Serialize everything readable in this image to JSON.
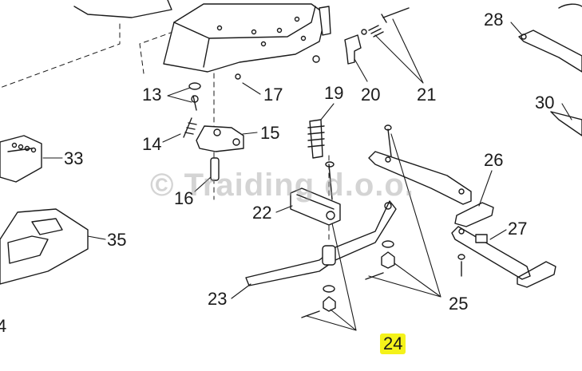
{
  "watermark": "© Traiding d.o.o.",
  "highlight_color": "#f4f21a",
  "callouts": {
    "p13": "13",
    "p14": "14",
    "p15": "15",
    "p16": "16",
    "p17": "17",
    "p19": "19",
    "p20": "20",
    "p21": "21",
    "p22": "22",
    "p23": "23",
    "p24": "24",
    "p25": "25",
    "p26": "26",
    "p27": "27",
    "p28": "28",
    "p30": "30",
    "p33": "33",
    "p35": "35",
    "p4": "4"
  }
}
